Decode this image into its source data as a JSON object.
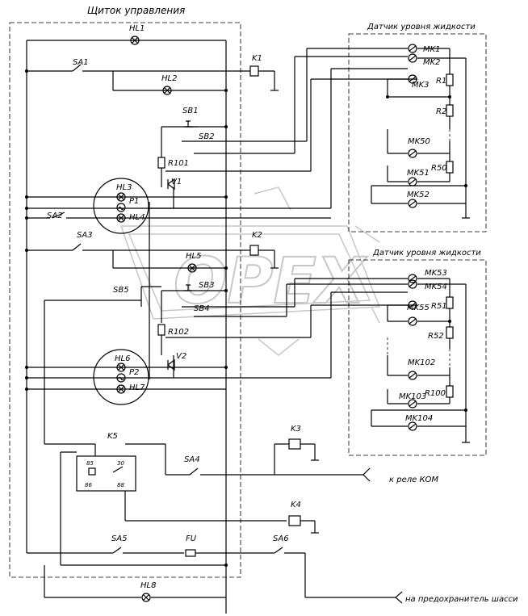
{
  "panel_title": "Щиток управления",
  "sensor1_title": "Датчик уровня жидкости",
  "sensor2_title": "Датчик уровня жидкости",
  "watermark": "OPEX",
  "labels": {
    "HL1": "HL1",
    "SA1": "SA1",
    "K1": "K1",
    "HL2": "HL2",
    "SB1": "SB1",
    "SB2": "SB2",
    "R101": "R101",
    "V1": "V1",
    "HL3": "HL3",
    "P1": "P1",
    "HL4": "HL4",
    "SA2": "SA2",
    "SA3": "SA3",
    "K2": "K2",
    "HL5": "HL5",
    "SB3": "SB3",
    "SB5": "SB5",
    "SB4": "SB4",
    "R102": "R102",
    "V2": "V2",
    "HL6": "HL6",
    "P2": "P2",
    "HL7": "HL7",
    "K5": "K5",
    "SA4": "SA4",
    "K3": "K3",
    "K4": "K4",
    "SA5": "SA5",
    "FU": "FU",
    "SA6": "SA6",
    "HL8": "HL8",
    "pin85": "85",
    "pin30": "30",
    "pin86": "86",
    "pin88": "88",
    "MK1": "MK1",
    "MK2": "MK2",
    "MK3": "MK3",
    "R1": "R1",
    "R2": "R2",
    "MK50": "MK50",
    "MK51": "MK51",
    "R50": "R50",
    "MK52": "MK52",
    "MK53": "MK53",
    "MK54": "MK54",
    "MK55": "MK55",
    "R51": "R51",
    "R52": "R52",
    "MK102": "MK102",
    "MK103": "MK103",
    "R100": "R100",
    "MK104": "MK104",
    "to_kom": "к реле КОМ",
    "to_fuse": "на предохранитель шасси"
  }
}
